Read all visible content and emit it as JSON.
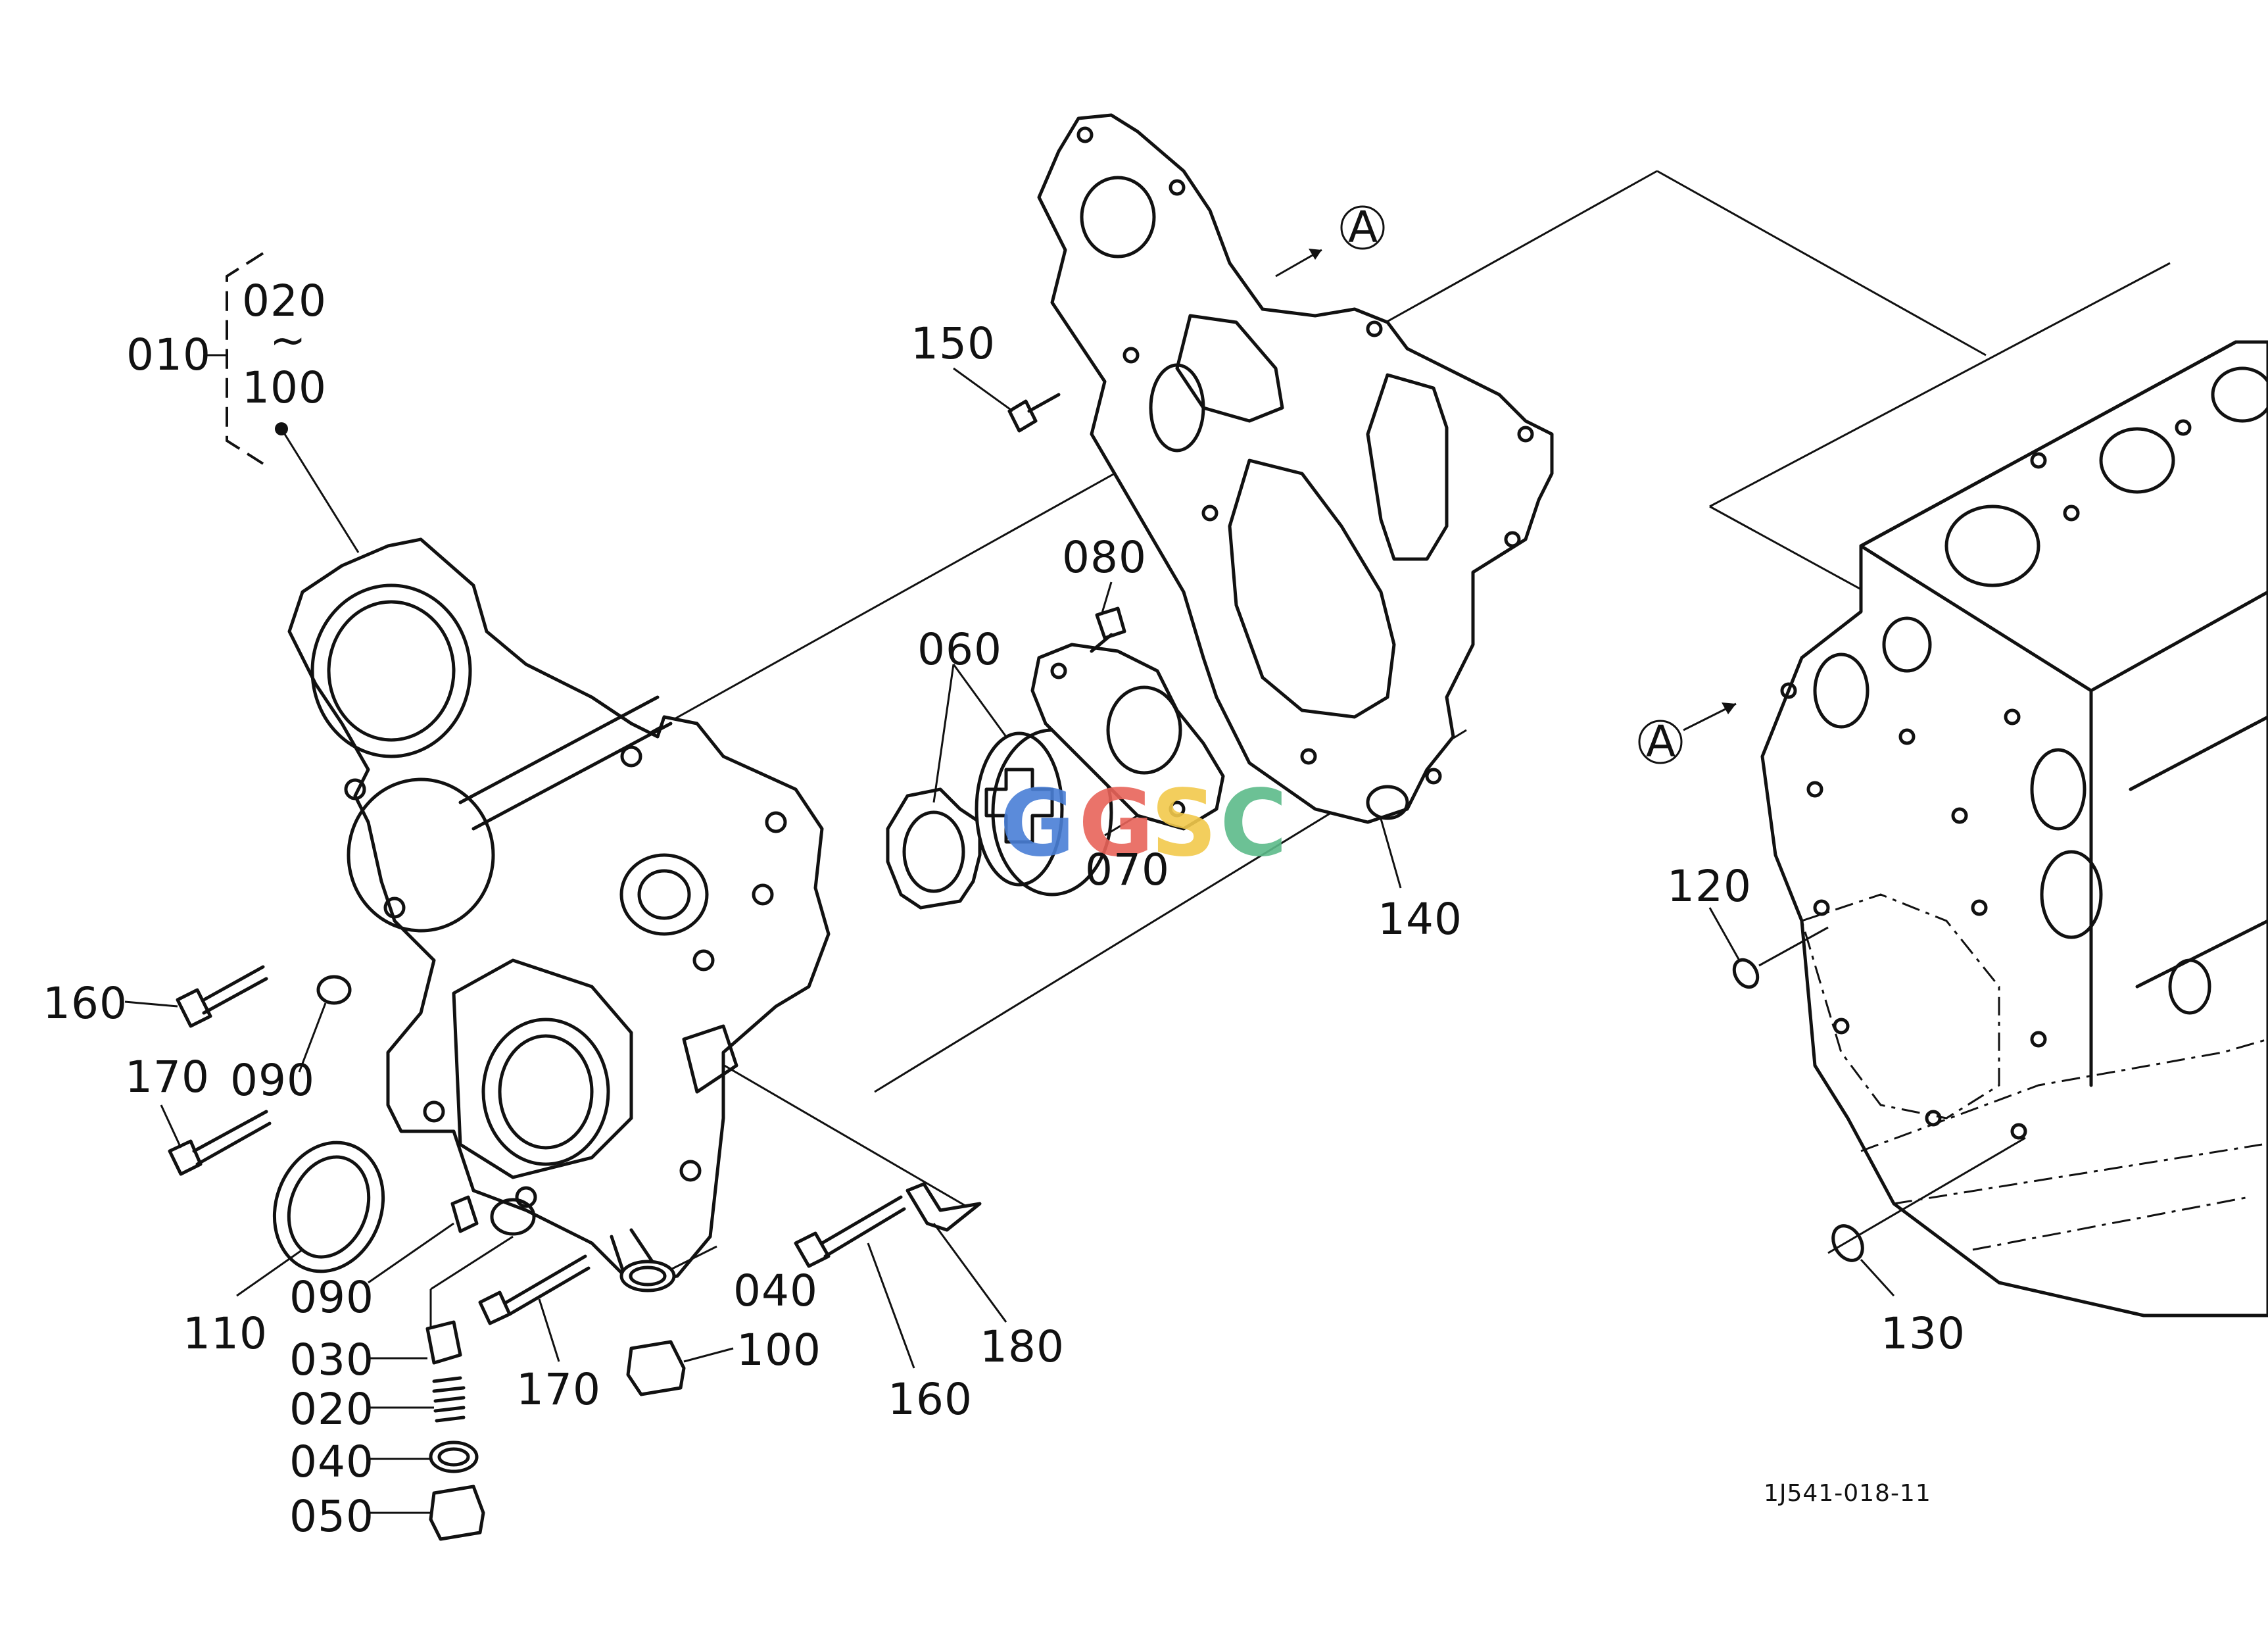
{
  "diagram": {
    "drawing_number": "1J541-018-11",
    "reference_marker": "A",
    "assembly_group": {
      "main": "010",
      "range_start": "020",
      "range_sep": "~",
      "range_end": "100"
    },
    "callouts": {
      "c150": "150",
      "c080": "080",
      "c060": "060",
      "c070": "070",
      "c140": "140",
      "c120": "120",
      "c130": "130",
      "c160a": "160",
      "c090a": "090",
      "c170a": "170",
      "c110": "110",
      "c090b": "090",
      "c030": "030",
      "c020": "020",
      "c040a": "040",
      "c050": "050",
      "c170b": "170",
      "c040b": "040",
      "c100": "100",
      "c160b": "160",
      "c180": "180"
    },
    "watermark": {
      "l1": "G",
      "l2": "G",
      "l3": "S",
      "l4": "C"
    },
    "colors": {
      "line": "#111111",
      "wm_blue": "#4a7fd6",
      "wm_red": "#e8645a",
      "wm_yellow": "#f2c94c",
      "wm_green": "#5dbb8a"
    }
  }
}
